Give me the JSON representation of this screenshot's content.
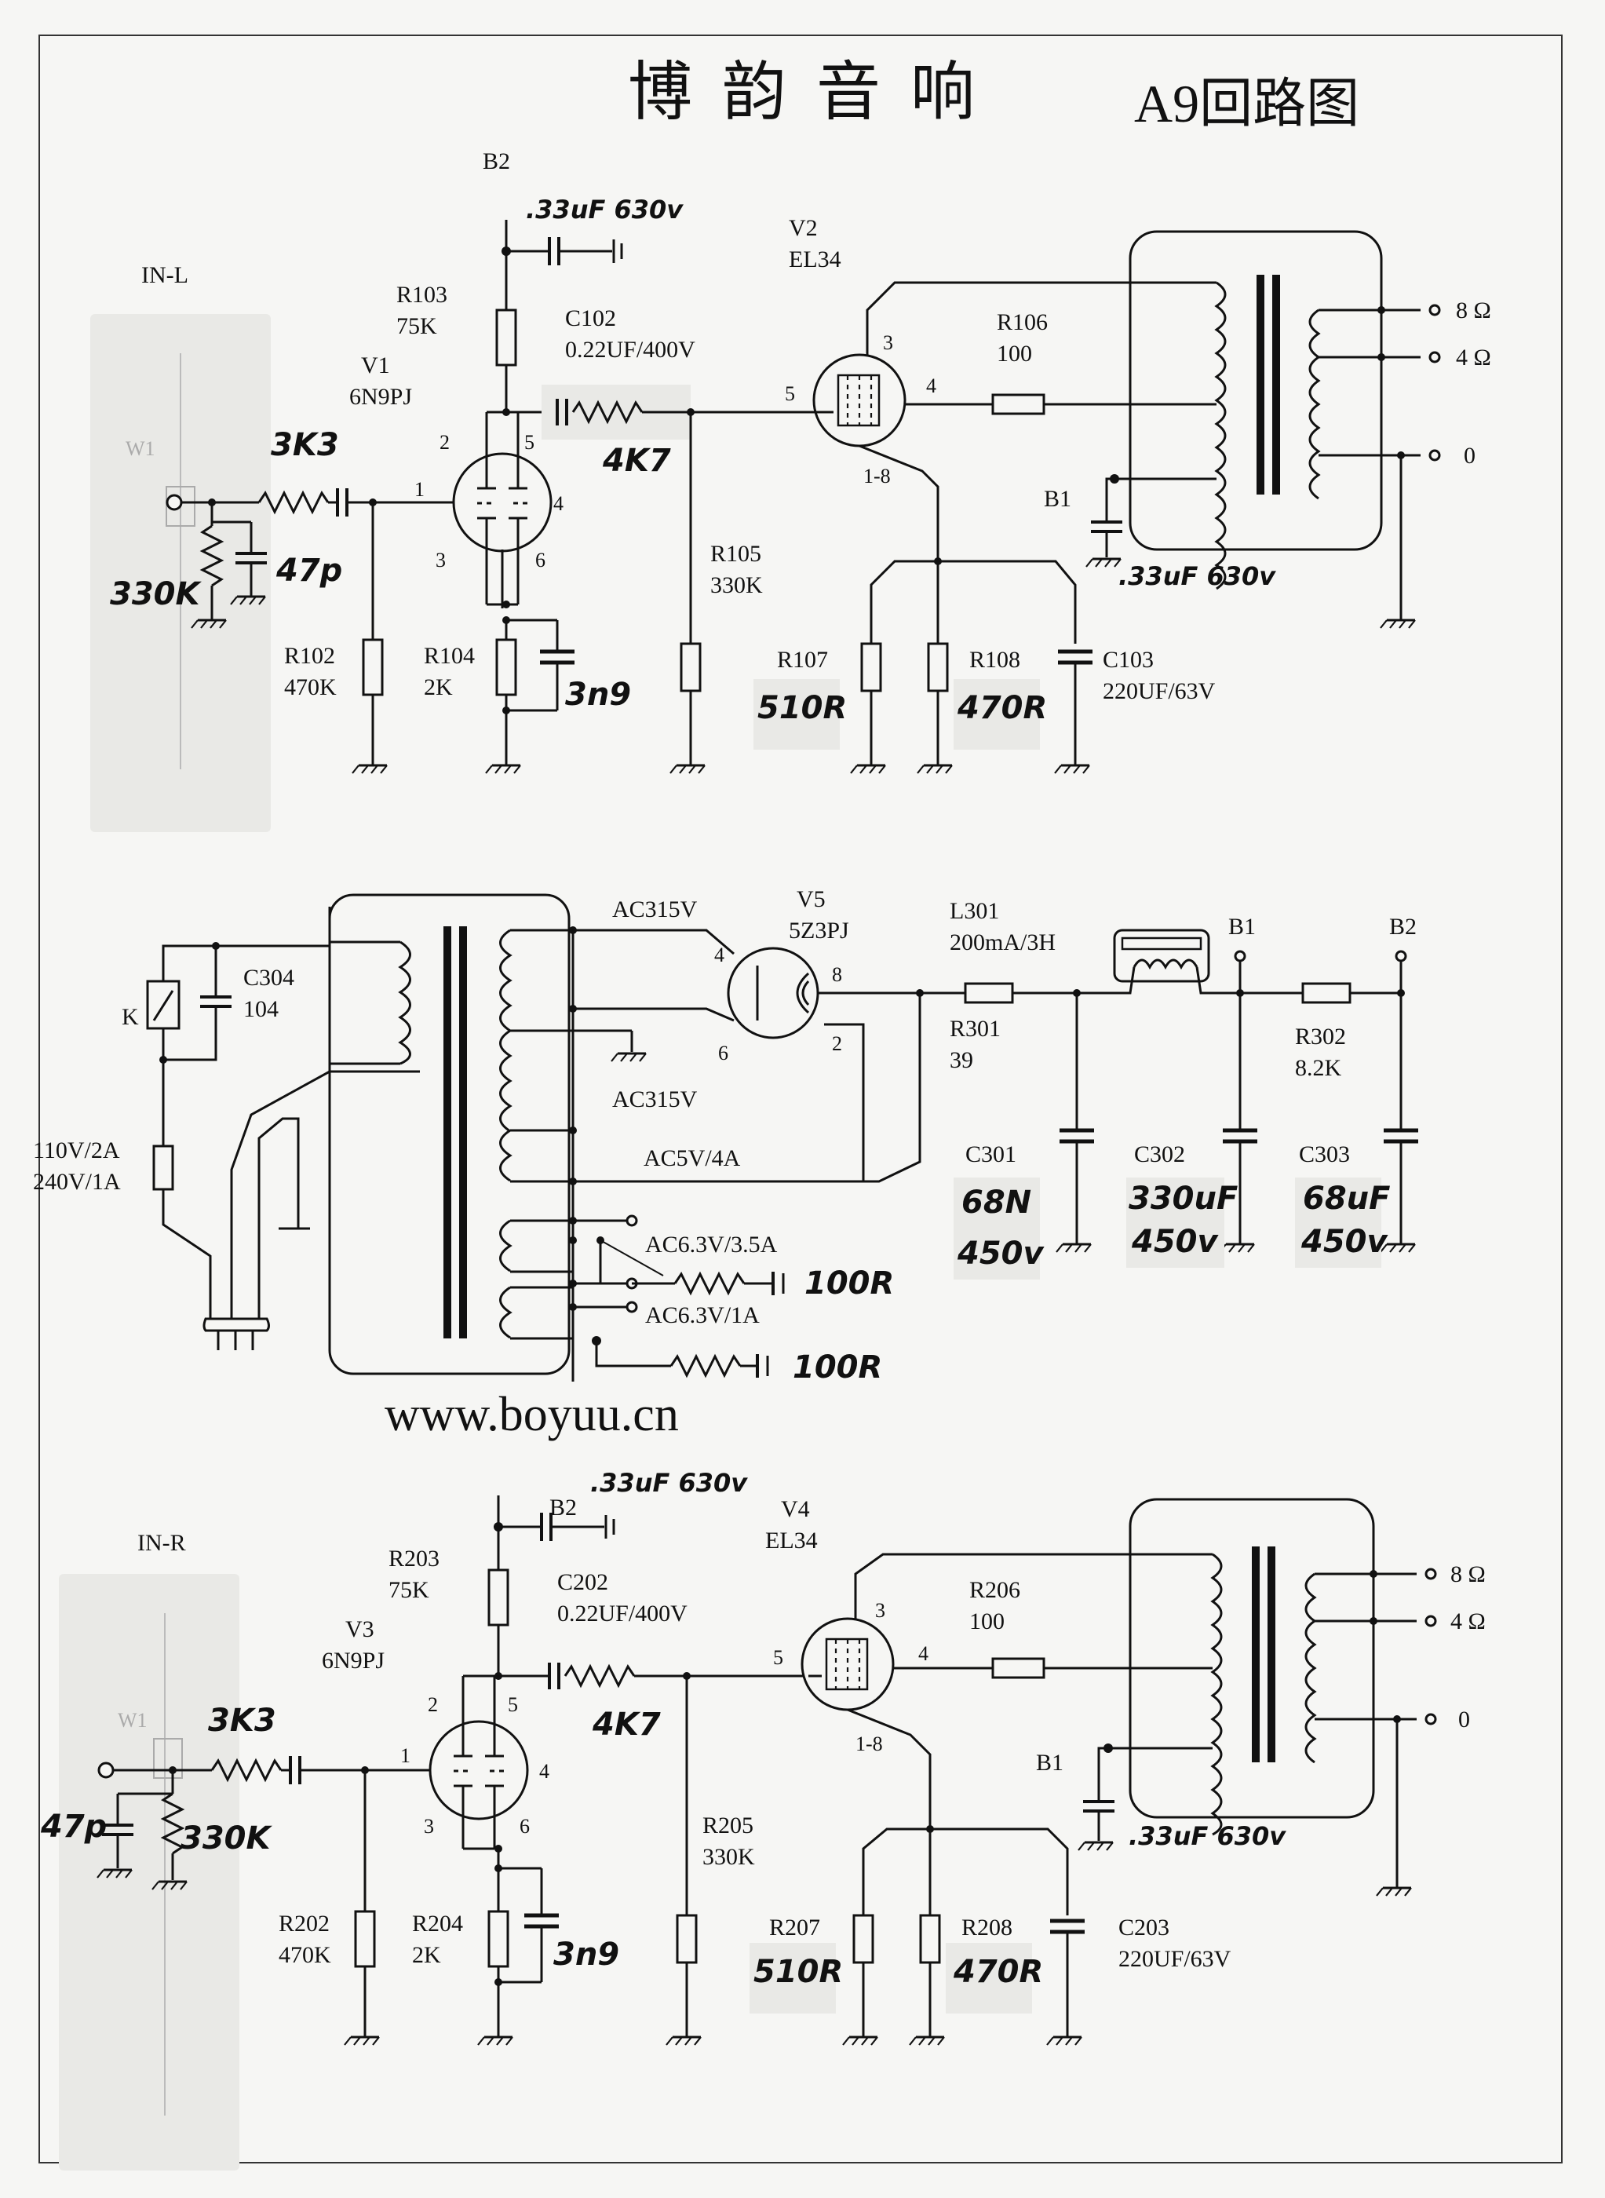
{
  "title": "博韵音响",
  "subtitle": "A9回路图",
  "website": "www.boyuu.cn",
  "left_channel": {
    "input": "IN-L",
    "volume": "W1",
    "r_in": "3K3",
    "r_grid": "330K",
    "c_grid": "47p",
    "v1": {
      "ref": "V1",
      "type": "6N9PJ"
    },
    "r103": {
      "ref": "R103",
      "value": "75K"
    },
    "b2_label": "B2",
    "b2_cap": ".33uF 630v",
    "c102": {
      "ref": "C102",
      "value": "0.22UF/400V"
    },
    "r_series": "4K7",
    "r102": {
      "ref": "R102",
      "value": "470K"
    },
    "r104": {
      "ref": "R104",
      "value": "2K"
    },
    "c_cathode": "3n9",
    "r105": {
      "ref": "R105",
      "value": "330K"
    },
    "v2": {
      "ref": "V2",
      "type": "EL34"
    },
    "r106": {
      "ref": "R106",
      "value": "100"
    },
    "b1_label": "B1",
    "b1_cap": ".33uF 630v",
    "r107": {
      "ref": "R107",
      "value": "510R"
    },
    "r108": {
      "ref": "R108",
      "value": "470R"
    },
    "c103": {
      "ref": "C103",
      "value": "220UF/63V"
    },
    "pin_grid_v2": "5",
    "pin_plate_v2": "3",
    "pin_screen_v2": "4",
    "pin_cathode_v2": "1-8",
    "out": [
      "8 Ω",
      "4 Ω",
      "0"
    ]
  },
  "right_channel": {
    "input": "IN-R",
    "volume": "W1",
    "r_in": "3K3",
    "r_grid": "330K",
    "c_grid": "47p",
    "v1": {
      "ref": "V3",
      "type": "6N9PJ"
    },
    "r103": {
      "ref": "R203",
      "value": "75K"
    },
    "b2_label": "B2",
    "b2_cap": ".33uF 630v",
    "c102": {
      "ref": "C202",
      "value": "0.22UF/400V"
    },
    "r_series": "4K7",
    "r102": {
      "ref": "R202",
      "value": "470K"
    },
    "r104": {
      "ref": "R204",
      "value": "2K"
    },
    "c_cathode": "3n9",
    "r105": {
      "ref": "R205",
      "value": "330K"
    },
    "v2": {
      "ref": "V4",
      "type": "EL34"
    },
    "r106": {
      "ref": "R206",
      "value": "100"
    },
    "b1_label": "B1",
    "b1_cap": ".33uF 630v",
    "r107": {
      "ref": "R207",
      "value": "510R"
    },
    "r108": {
      "ref": "R208",
      "value": "470R"
    },
    "c103": {
      "ref": "C203",
      "value": "220UF/63V"
    },
    "pin_grid_v2": "5",
    "pin_plate_v2": "3",
    "pin_screen_v2": "4",
    "pin_cathode_v2": "1-8",
    "out": [
      "8 Ω",
      "4 Ω",
      "0"
    ]
  },
  "pin_labels": {
    "p1": "1",
    "p2": "2",
    "p3": "3",
    "p4": "4",
    "p5": "5",
    "p6": "6",
    "p8": "8"
  },
  "power_supply": {
    "switch": "K",
    "c304": {
      "ref": "C304",
      "value": "104"
    },
    "fuse": [
      "110V/2A",
      "240V/1A"
    ],
    "ac_hv_top": "AC315V",
    "ac_hv_bottom": "AC315V",
    "ac_5v": "AC5V/4A",
    "ac_63_a": "AC6.3V/3.5A",
    "ac_63_b": "AC6.3V/1A",
    "r_hum_a": "100R",
    "r_hum_b": "100R",
    "v5": {
      "ref": "V5",
      "type": "5Z3PJ"
    },
    "l301": {
      "ref": "L301",
      "value": "200mA/3H"
    },
    "r301": {
      "ref": "R301",
      "value": "39"
    },
    "r302": {
      "ref": "R302",
      "value": "8.2K"
    },
    "b1_label": "B1",
    "b2_label": "B2",
    "c301": {
      "ref": "C301",
      "value": [
        "68N",
        "450v"
      ]
    },
    "c302": {
      "ref": "C302",
      "value": [
        "330uF",
        "450v"
      ]
    },
    "c303": {
      "ref": "C303",
      "value": [
        "68uF",
        "450v"
      ]
    }
  }
}
